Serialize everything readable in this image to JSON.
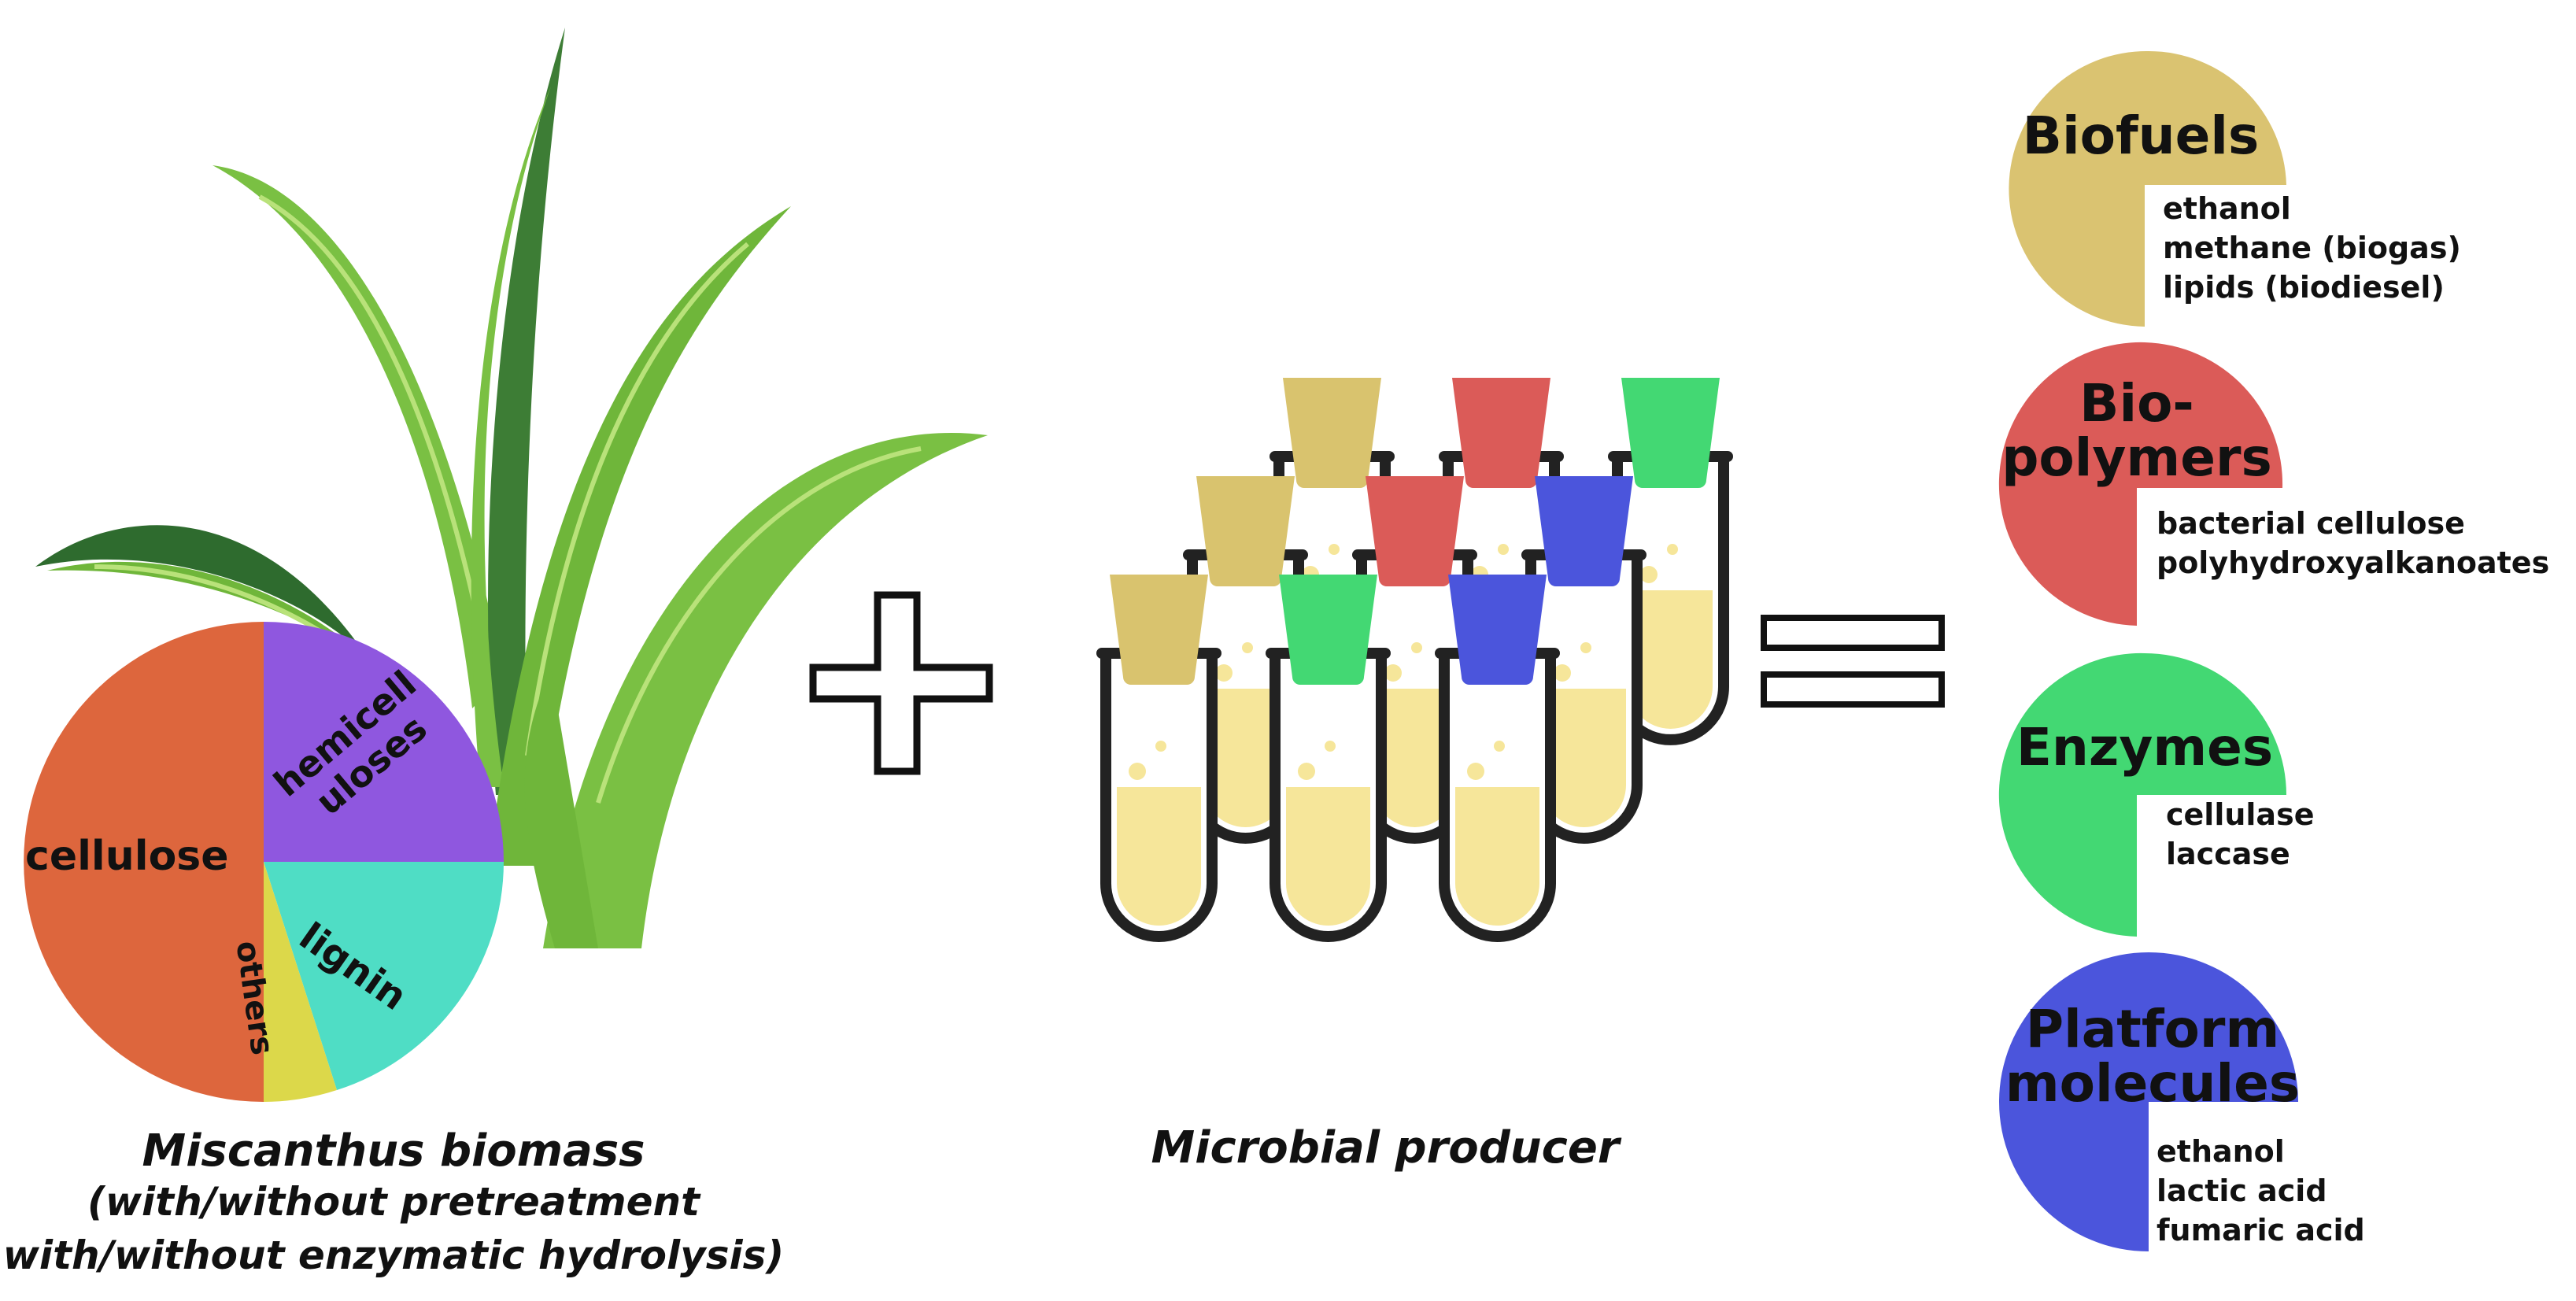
{
  "biomass": {
    "pie_labels": {
      "cellulose": "cellulose",
      "hemicelluloses_line1": "hemicell",
      "hemicelluloses_line2": "uloses",
      "lignin": "lignin",
      "others": "others"
    },
    "pie_colors": {
      "cellulose": "#DD663D",
      "hemicelluloses": "#8F57DF",
      "lignin": "#4FDDC5",
      "others": "#DCD84A"
    },
    "caption_line1": "Miscanthus biomass",
    "caption_line2": "(with/without pretreatment",
    "caption_line3": "with/without enzymatic hydrolysis)"
  },
  "producer": {
    "caption": "Microbial producer",
    "cap_colors": [
      "#D9C36E",
      "#DB5B58",
      "#43D873",
      "#4B55DC"
    ],
    "liquid_color": "#F6E69A"
  },
  "operators": {
    "plus": "+",
    "equals": "="
  },
  "products": [
    {
      "title_lines": [
        "Biofuels"
      ],
      "items": [
        "ethanol",
        "methane (biogas)",
        "lipids (biodiesel)"
      ],
      "color": "#DAC371"
    },
    {
      "title_lines": [
        "Bio-",
        "polymers"
      ],
      "items": [
        "bacterial cellulose",
        "polyhydroxyalkanoates"
      ],
      "color": "#DB5B58"
    },
    {
      "title_lines": [
        "Enzymes"
      ],
      "items": [
        "cellulase",
        "laccase"
      ],
      "color": "#43D873"
    },
    {
      "title_lines": [
        "Platform",
        "molecules"
      ],
      "items": [
        "ethanol",
        "lactic acid",
        "fumaric acid"
      ],
      "color": "#4B55DC"
    }
  ]
}
